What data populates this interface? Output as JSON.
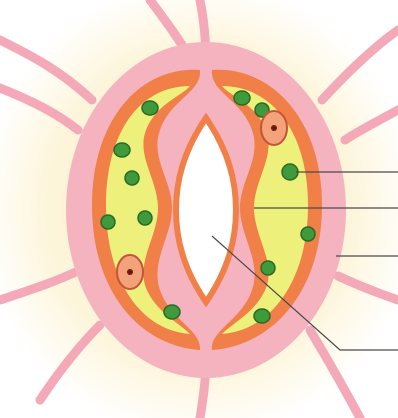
{
  "colors": {
    "background": "#ffffff",
    "epidermal_cell": "#fdf3d6",
    "cell_wall": "#f3a9b8",
    "guard_cell_wall": "#f07f48",
    "cytoplasm": "#eef07c",
    "chloroplast": "#3f9a3c",
    "nucleus": "#f4a27a",
    "nucleolus": "#6b1a10",
    "pore": "#ffffff",
    "leader_line": "#4a4a4a"
  },
  "icons": [
    "stoma-diagram",
    "guard-cell-left",
    "guard-cell-right",
    "stomatal-pore",
    "chloroplast",
    "nucleus",
    "leader-line"
  ]
}
